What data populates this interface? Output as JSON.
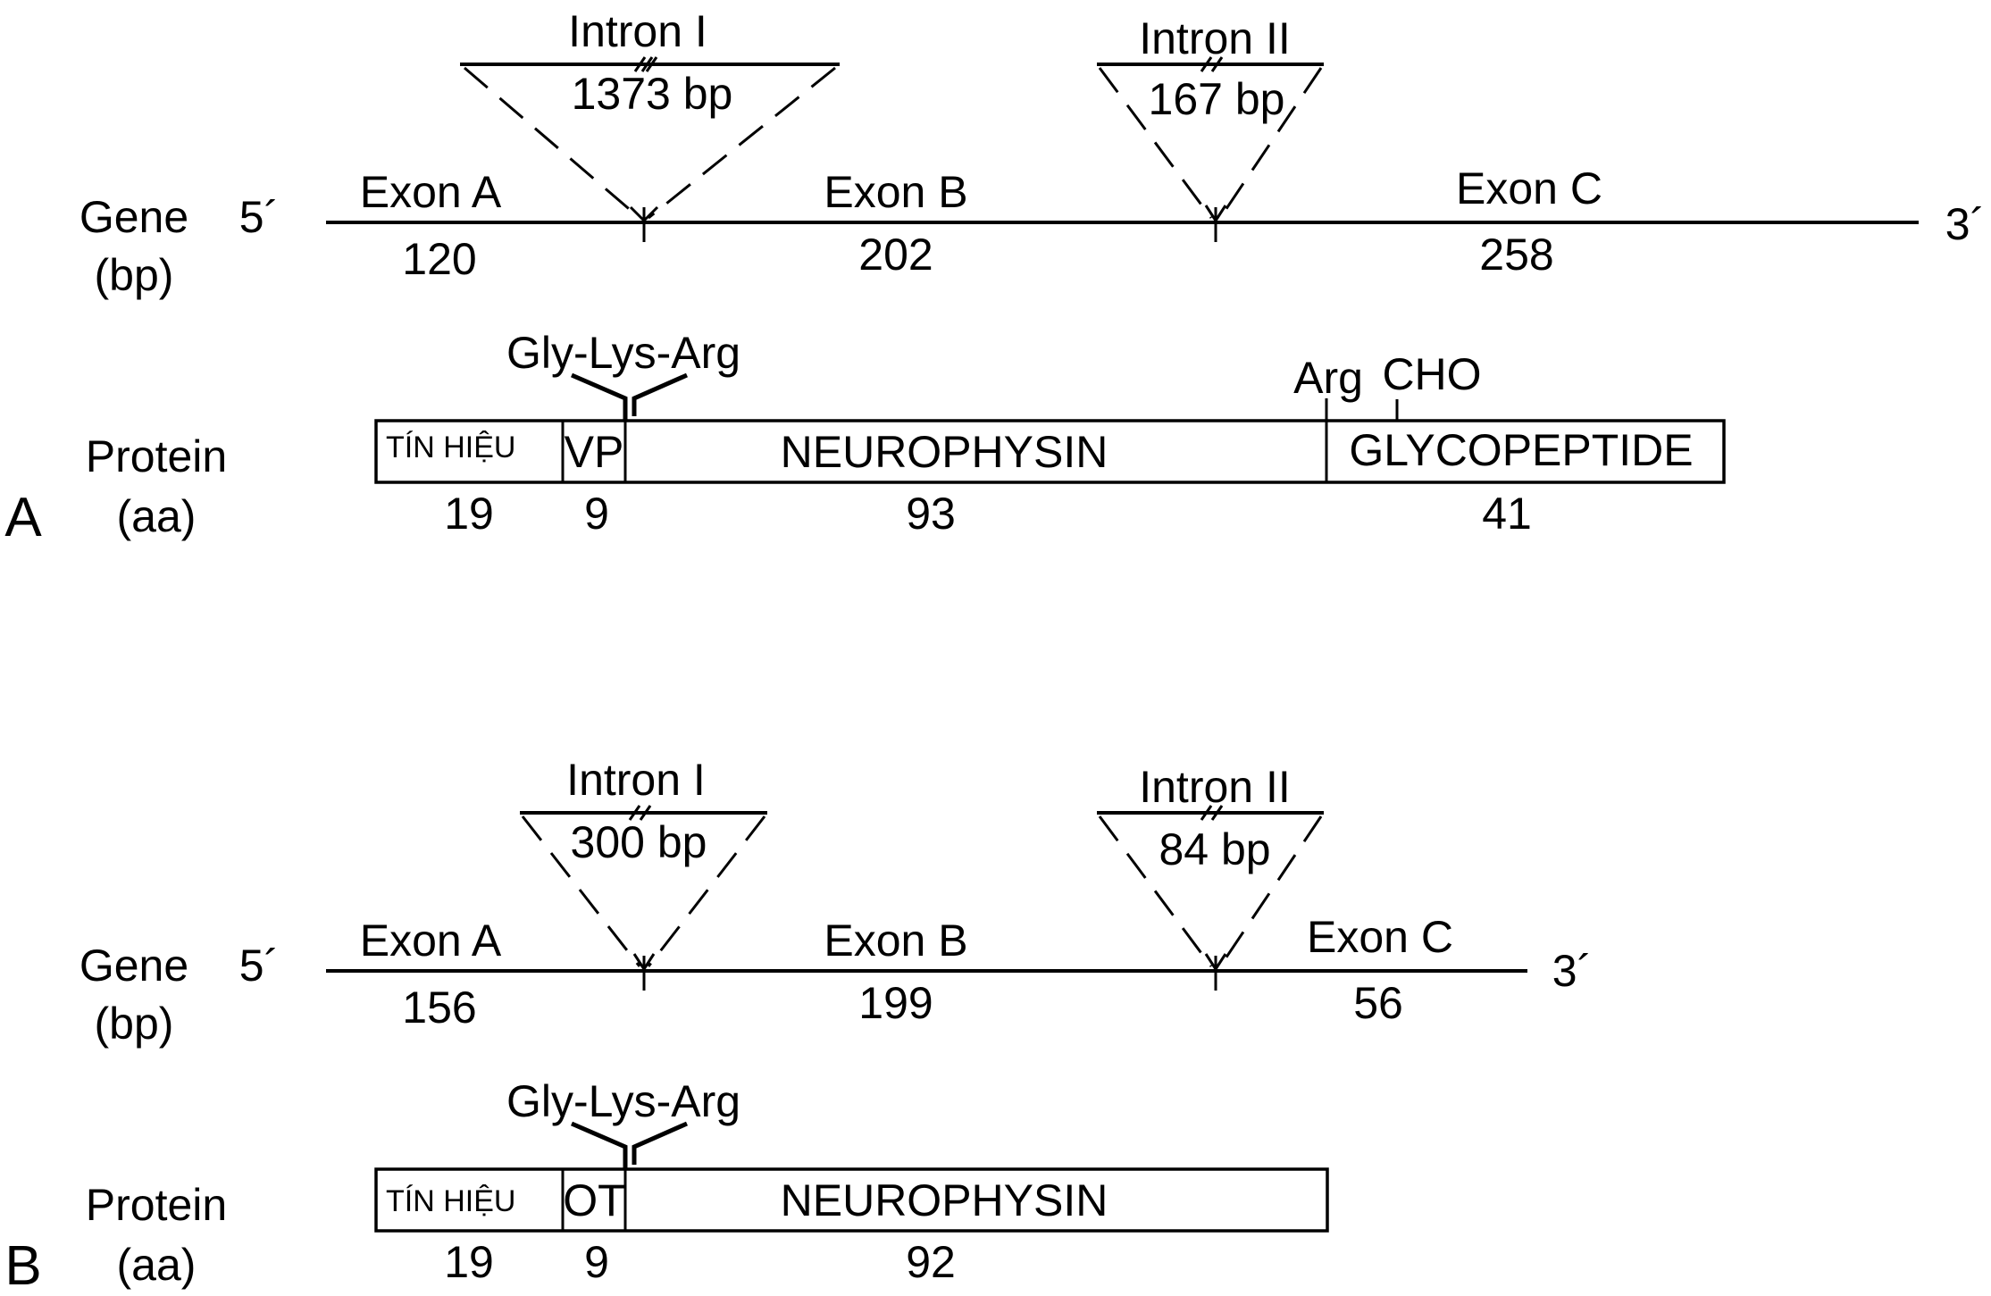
{
  "panels": [
    {
      "letter": "A",
      "gene": {
        "label": "Gene",
        "unit": "(bp)",
        "five_prime": "5´",
        "three_prime": "3´",
        "exons": [
          {
            "name": "Exon A",
            "length": "120"
          },
          {
            "name": "Exon B",
            "length": "202"
          },
          {
            "name": "Exon C",
            "length": "258"
          }
        ],
        "introns": [
          {
            "name": "Intron I",
            "length": "1373 bp"
          },
          {
            "name": "Intron II",
            "length": "167 bp"
          }
        ]
      },
      "protein": {
        "label": "Protein",
        "unit": "(aa)",
        "cleavage_label": "Gly-Lys-Arg",
        "site_labels": [
          "Arg",
          "CHO"
        ],
        "segments": [
          {
            "name": "TÍN HIỆU",
            "length": "19"
          },
          {
            "name": "VP",
            "length": "9"
          },
          {
            "name": "NEUROPHYSIN",
            "length": "93"
          },
          {
            "name": "GLYCOPEPTIDE",
            "length": "41"
          }
        ]
      }
    },
    {
      "letter": "B",
      "gene": {
        "label": "Gene",
        "unit": "(bp)",
        "five_prime": "5´",
        "three_prime": "3´",
        "exons": [
          {
            "name": "Exon A",
            "length": "156"
          },
          {
            "name": "Exon B",
            "length": "199"
          },
          {
            "name": "Exon C",
            "length": "56"
          }
        ],
        "introns": [
          {
            "name": "Intron I",
            "length": "300 bp"
          },
          {
            "name": "Intron II",
            "length": "84 bp"
          }
        ]
      },
      "protein": {
        "label": "Protein",
        "unit": "(aa)",
        "cleavage_label": "Gly-Lys-Arg",
        "segments": [
          {
            "name": "TÍN HIỆU",
            "length": "19"
          },
          {
            "name": "OT",
            "length": "9"
          },
          {
            "name": "NEUROPHYSIN",
            "length": "92"
          }
        ]
      }
    }
  ]
}
